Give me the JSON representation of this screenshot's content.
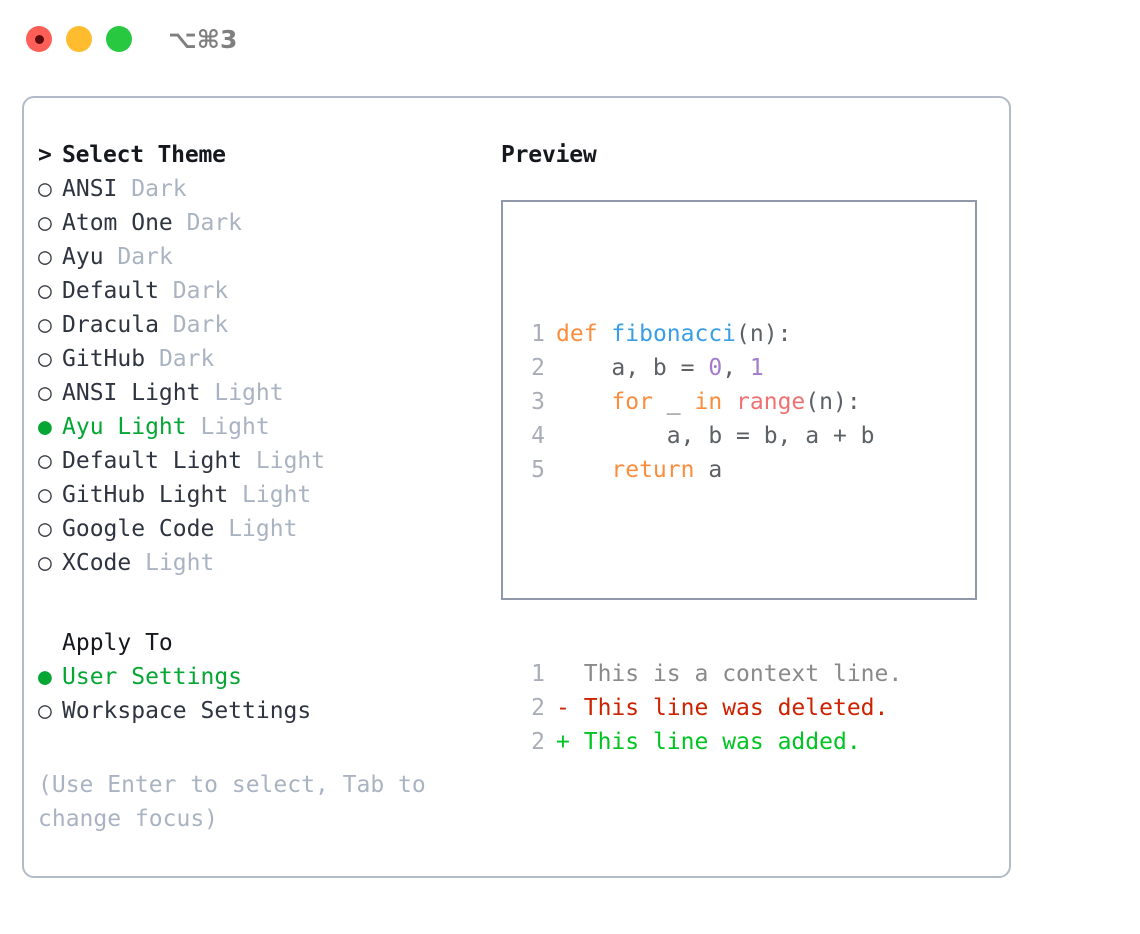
{
  "titlebar": {
    "buttons": [
      {
        "name": "close-button",
        "color": "#ff5f57"
      },
      {
        "name": "minimize-button",
        "color": "#febc2e"
      },
      {
        "name": "maximize-button",
        "color": "#28c840"
      }
    ],
    "shortcut": "⌥⌘3"
  },
  "theme_picker": {
    "heading_marker": ">",
    "heading": "Select Theme",
    "selected_color": "#06a635",
    "items": [
      {
        "marker": "○",
        "name": "ANSI",
        "tag": "Dark",
        "selected": false
      },
      {
        "marker": "○",
        "name": "Atom One",
        "tag": "Dark",
        "selected": false
      },
      {
        "marker": "○",
        "name": "Ayu",
        "tag": "Dark",
        "selected": false
      },
      {
        "marker": "○",
        "name": "Default",
        "tag": "Dark",
        "selected": false
      },
      {
        "marker": "○",
        "name": "Dracula",
        "tag": "Dark",
        "selected": false
      },
      {
        "marker": "○",
        "name": "GitHub",
        "tag": "Dark",
        "selected": false
      },
      {
        "marker": "○",
        "name": "ANSI Light",
        "tag": "Light",
        "selected": false
      },
      {
        "marker": "●",
        "name": "Ayu Light",
        "tag": "Light",
        "selected": true
      },
      {
        "marker": "○",
        "name": "Default Light",
        "tag": "Light",
        "selected": false
      },
      {
        "marker": "○",
        "name": "GitHub Light",
        "tag": "Light",
        "selected": false
      },
      {
        "marker": "○",
        "name": "Google Code",
        "tag": "Light",
        "selected": false
      },
      {
        "marker": "○",
        "name": "XCode",
        "tag": "Light",
        "selected": false
      }
    ]
  },
  "apply_to": {
    "heading": "Apply To",
    "items": [
      {
        "marker": "●",
        "name": "User Settings",
        "selected": true
      },
      {
        "marker": "○",
        "name": "Workspace Settings",
        "selected": false
      }
    ]
  },
  "hint": "(Use Enter to select, Tab to change focus)",
  "preview": {
    "title": "Preview",
    "code_lines": [
      {
        "no": "1",
        "tokens": [
          {
            "t": "def",
            "c": "t-kw"
          },
          {
            "t": " ",
            "c": "t-pl"
          },
          {
            "t": "fibonacci",
            "c": "t-fn"
          },
          {
            "t": "(n):",
            "c": "t-punc"
          }
        ]
      },
      {
        "no": "2",
        "tokens": [
          {
            "t": "    a, b = ",
            "c": "t-pl"
          },
          {
            "t": "0",
            "c": "t-num"
          },
          {
            "t": ", ",
            "c": "t-pl"
          },
          {
            "t": "1",
            "c": "t-num"
          }
        ]
      },
      {
        "no": "3",
        "tokens": [
          {
            "t": "    ",
            "c": "t-pl"
          },
          {
            "t": "for",
            "c": "t-kw"
          },
          {
            "t": " _ ",
            "c": "t-pl"
          },
          {
            "t": "in",
            "c": "t-kw"
          },
          {
            "t": " ",
            "c": "t-pl"
          },
          {
            "t": "range",
            "c": "t-call"
          },
          {
            "t": "(n):",
            "c": "t-punc"
          }
        ]
      },
      {
        "no": "4",
        "tokens": [
          {
            "t": "        a, b = b, a + b",
            "c": "t-pl"
          }
        ]
      },
      {
        "no": "5",
        "tokens": [
          {
            "t": "    ",
            "c": "t-pl"
          },
          {
            "t": "return",
            "c": "t-kw"
          },
          {
            "t": " a",
            "c": "t-pl"
          }
        ]
      }
    ],
    "diff_lines": [
      {
        "no": "1",
        "sign": " ",
        "text": "This is a context line.",
        "cls": "diff-ctx"
      },
      {
        "no": "2",
        "sign": "-",
        "text": "This line was deleted.",
        "cls": "diff-del"
      },
      {
        "no": "2",
        "sign": "+",
        "text": "This line was added.",
        "cls": "diff-add"
      }
    ]
  }
}
